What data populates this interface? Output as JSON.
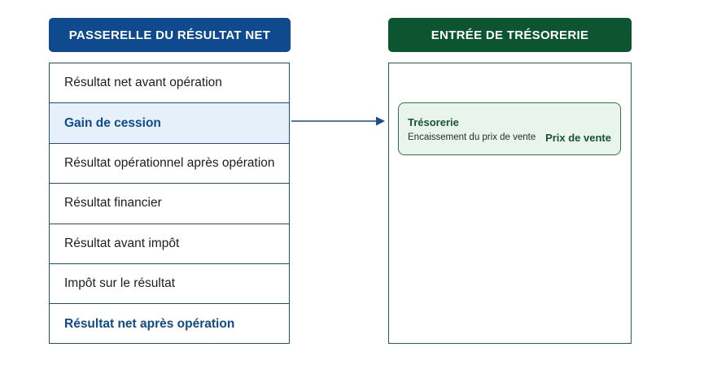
{
  "left_panel": {
    "header": "PASSERELLE DU RÉSULTAT NET",
    "rows": [
      "Résultat net avant opération",
      "Gain de cession",
      "Résultat opérationnel après opération",
      "Résultat financier",
      "Résultat avant impôt",
      "Impôt sur le résultat",
      "Résultat net après opération"
    ]
  },
  "right_panel": {
    "header": "ENTRÉE DE TRÉSORERIE",
    "card": {
      "title": "Trésorerie",
      "description": "Encaissement du prix de vente",
      "amount": "Prix de vente"
    }
  },
  "colors": {
    "left_accent": "#0f4a8e",
    "right_accent": "#0d5530",
    "highlight_bg": "#e6f0fb",
    "card_bg": "#e9f5ec"
  }
}
